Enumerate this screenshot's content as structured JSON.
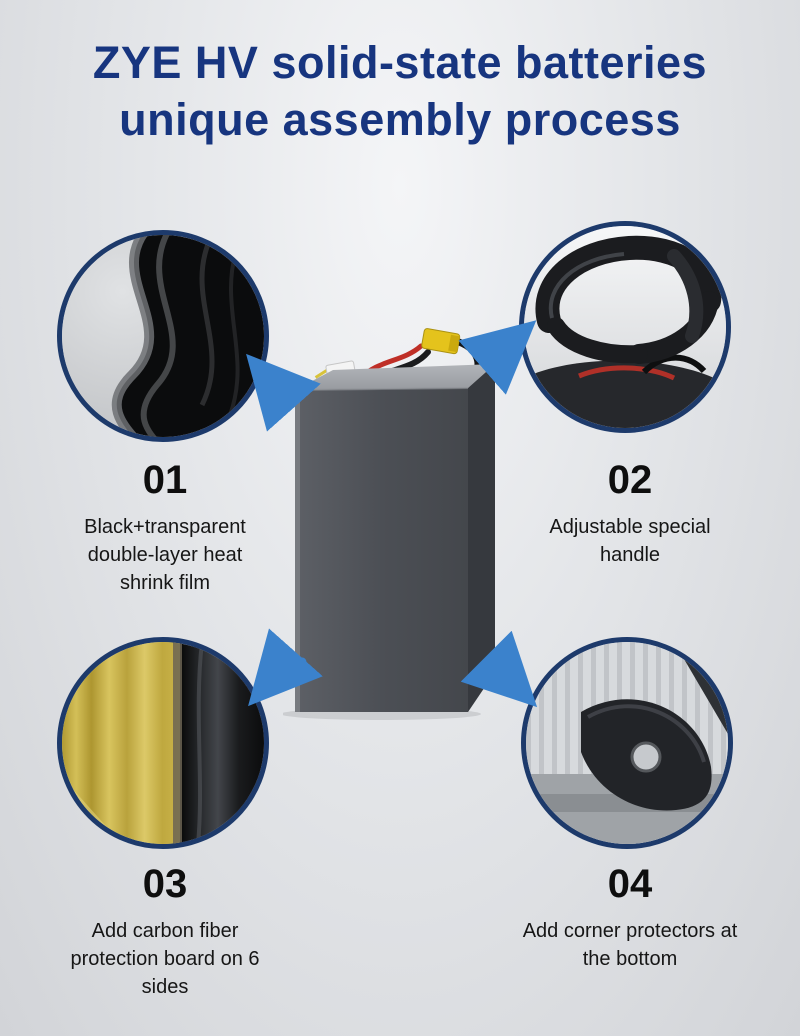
{
  "title": {
    "line1": "ZYE HV solid-state batteries",
    "line2": "unique assembly process"
  },
  "steps": [
    {
      "number": "01",
      "label": "Black+transparent double-layer heat shrink film"
    },
    {
      "number": "02",
      "label": "Adjustable special handle"
    },
    {
      "number": "03",
      "label": "Add carbon fiber protection board on 6 sides"
    },
    {
      "number": "04",
      "label": "Add corner protectors at the bottom"
    }
  ],
  "colors": {
    "title": "#17357f",
    "arrow": "#3b82cc",
    "circle_ring": "#1d3a6b",
    "step_number": "#0e0e0e",
    "step_label": "#161616"
  }
}
